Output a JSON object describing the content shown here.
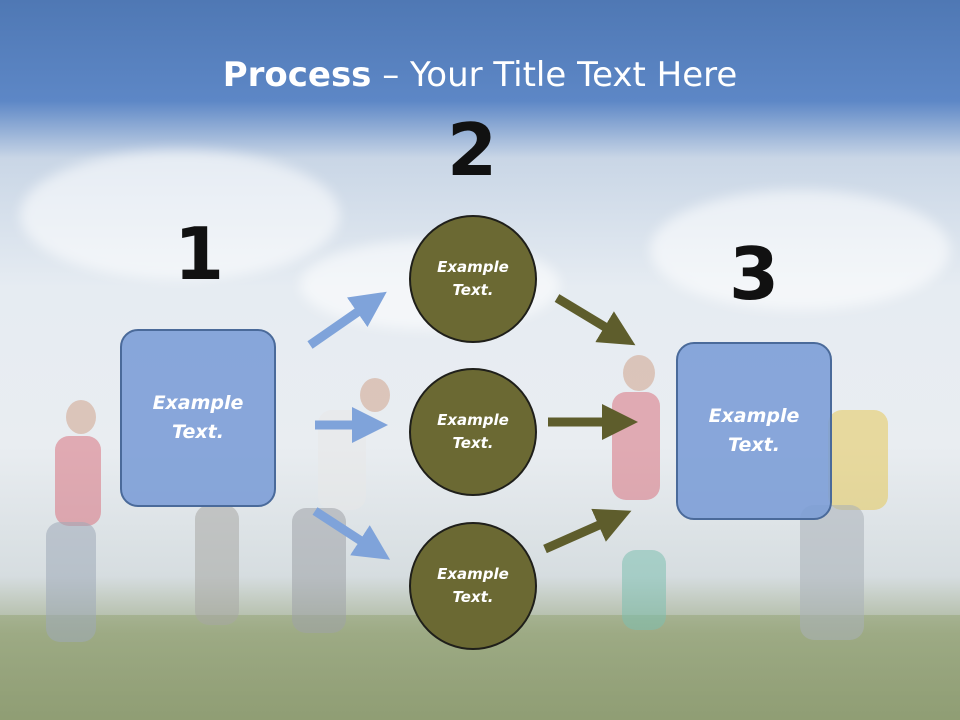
{
  "slide": {
    "title_bold": "Process",
    "title_rest": " – Your Title Text Here",
    "steps": [
      {
        "number": "1",
        "text_line1": "Example",
        "text_line2": "Text."
      },
      {
        "number": "2"
      },
      {
        "number": "3",
        "text_line1": "Example",
        "text_line2": "Text."
      }
    ],
    "circles": [
      {
        "text_line1": "Example",
        "text_line2": "Text."
      },
      {
        "text_line1": "Example",
        "text_line2": "Text."
      },
      {
        "text_line1": "Example",
        "text_line2": "Text."
      }
    ]
  },
  "colors": {
    "box_fill": "#7a9cd6",
    "circle_fill": "#6b6933",
    "blue_arrow": "#7fa3da",
    "olive_arrow": "#5e5d2c"
  }
}
